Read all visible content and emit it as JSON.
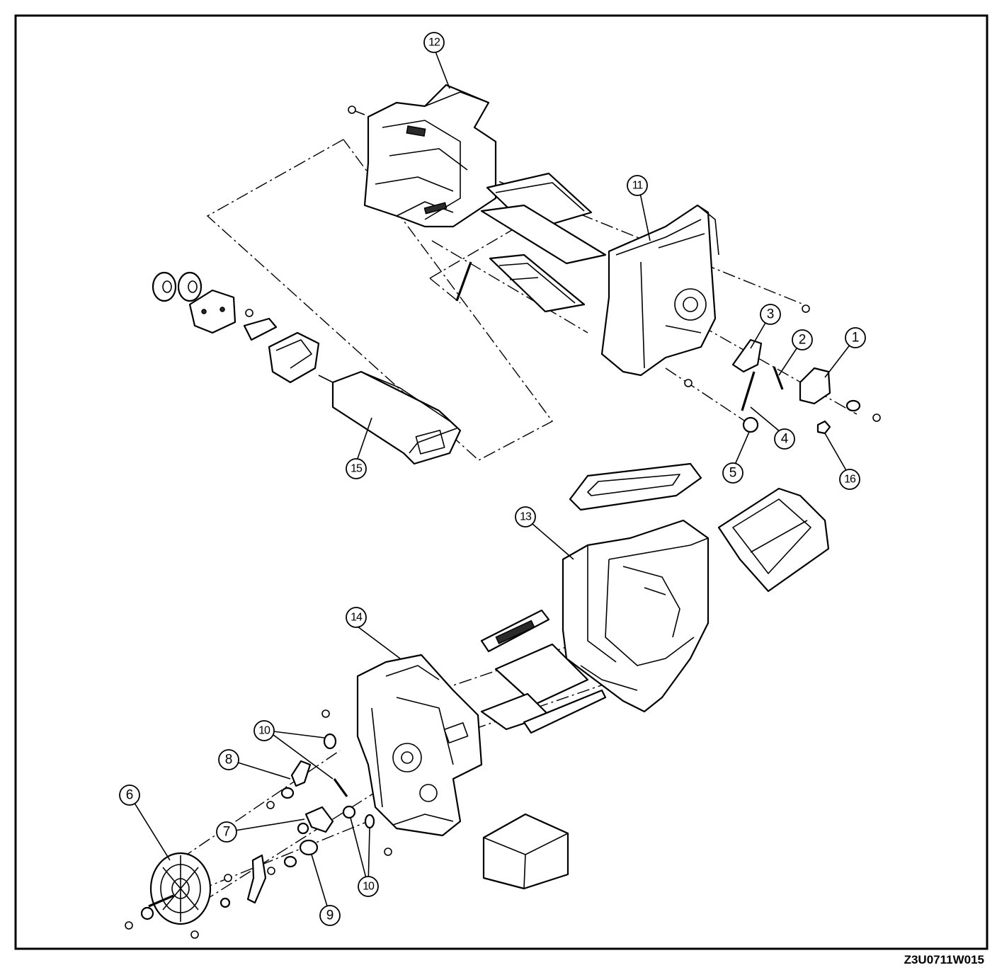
{
  "callouts": {
    "c1": "1",
    "c2": "2",
    "c3": "3",
    "c4": "4",
    "c5": "5",
    "c6": "6",
    "c7": "7",
    "c8": "8",
    "c9": "9",
    "c10a": "10",
    "c10b": "10",
    "c11": "11",
    "c12": "12",
    "c13": "13",
    "c14": "14",
    "c15": "15",
    "c16": "16"
  },
  "figure_code": "Z3U0711W015"
}
